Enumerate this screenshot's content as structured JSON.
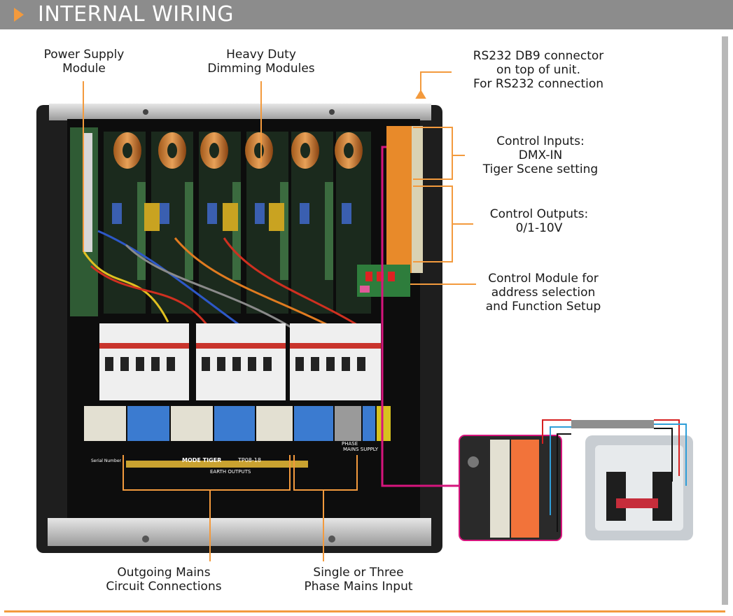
{
  "header": {
    "title": "INTERNAL WIRING"
  },
  "labels": {
    "power_supply": [
      "Power Supply",
      "Module"
    ],
    "dimming": [
      "Heavy Duty",
      "Dimming Modules"
    ],
    "rs232": [
      "RS232 DB9 connector",
      "on top of unit.",
      "For RS232 connection"
    ],
    "control_inputs": [
      "Control Inputs:",
      "DMX-IN",
      "Tiger Scene setting"
    ],
    "control_outputs": [
      "Control Outputs:",
      "0/1-10V"
    ],
    "control_module": [
      "Control Module for",
      "address selection",
      "and Function Setup"
    ],
    "outgoing": [
      "Outgoing Mains",
      "Circuit Connections"
    ],
    "mains_input": [
      "Single or Three",
      "Phase Mains Input"
    ]
  },
  "panel_text": {
    "brand": "MODE TIGER",
    "model": "TP08-18",
    "earth_outputs": "EARTH OUTPUTS",
    "mains_supply": "MAINS SUPPLY",
    "phase": "PHASE",
    "serial": "Serial Number"
  },
  "colors": {
    "accent": "#f39a3d",
    "header": "#8c8c8c",
    "magenta": "#d6157d"
  }
}
